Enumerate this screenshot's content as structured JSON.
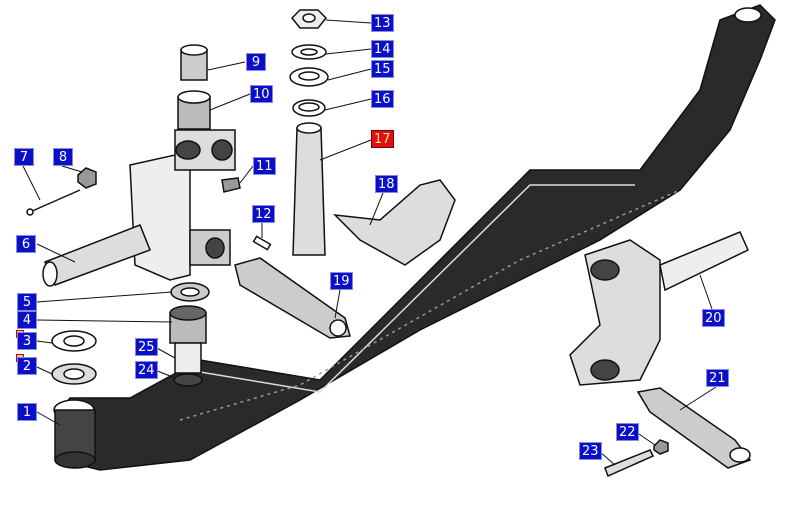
{
  "diagram": {
    "highlighted_part": "17",
    "colors": {
      "label_bg": "#0a0fc8",
      "label_highlight": "#e01010",
      "label_text": "#ffffff"
    },
    "labels": {
      "p1": "1",
      "p2": "2",
      "p3": "3",
      "p4": "4",
      "p5": "5",
      "p6": "6",
      "p7": "7",
      "p8": "8",
      "p9": "9",
      "p10": "10",
      "p11": "11",
      "p12": "12",
      "p13": "13",
      "p14": "14",
      "p15": "15",
      "p16": "16",
      "p17": "17",
      "p18": "18",
      "p19": "19",
      "p20": "20",
      "p21": "21",
      "p22": "22",
      "p23": "23",
      "p24": "24",
      "p25": "25"
    }
  }
}
